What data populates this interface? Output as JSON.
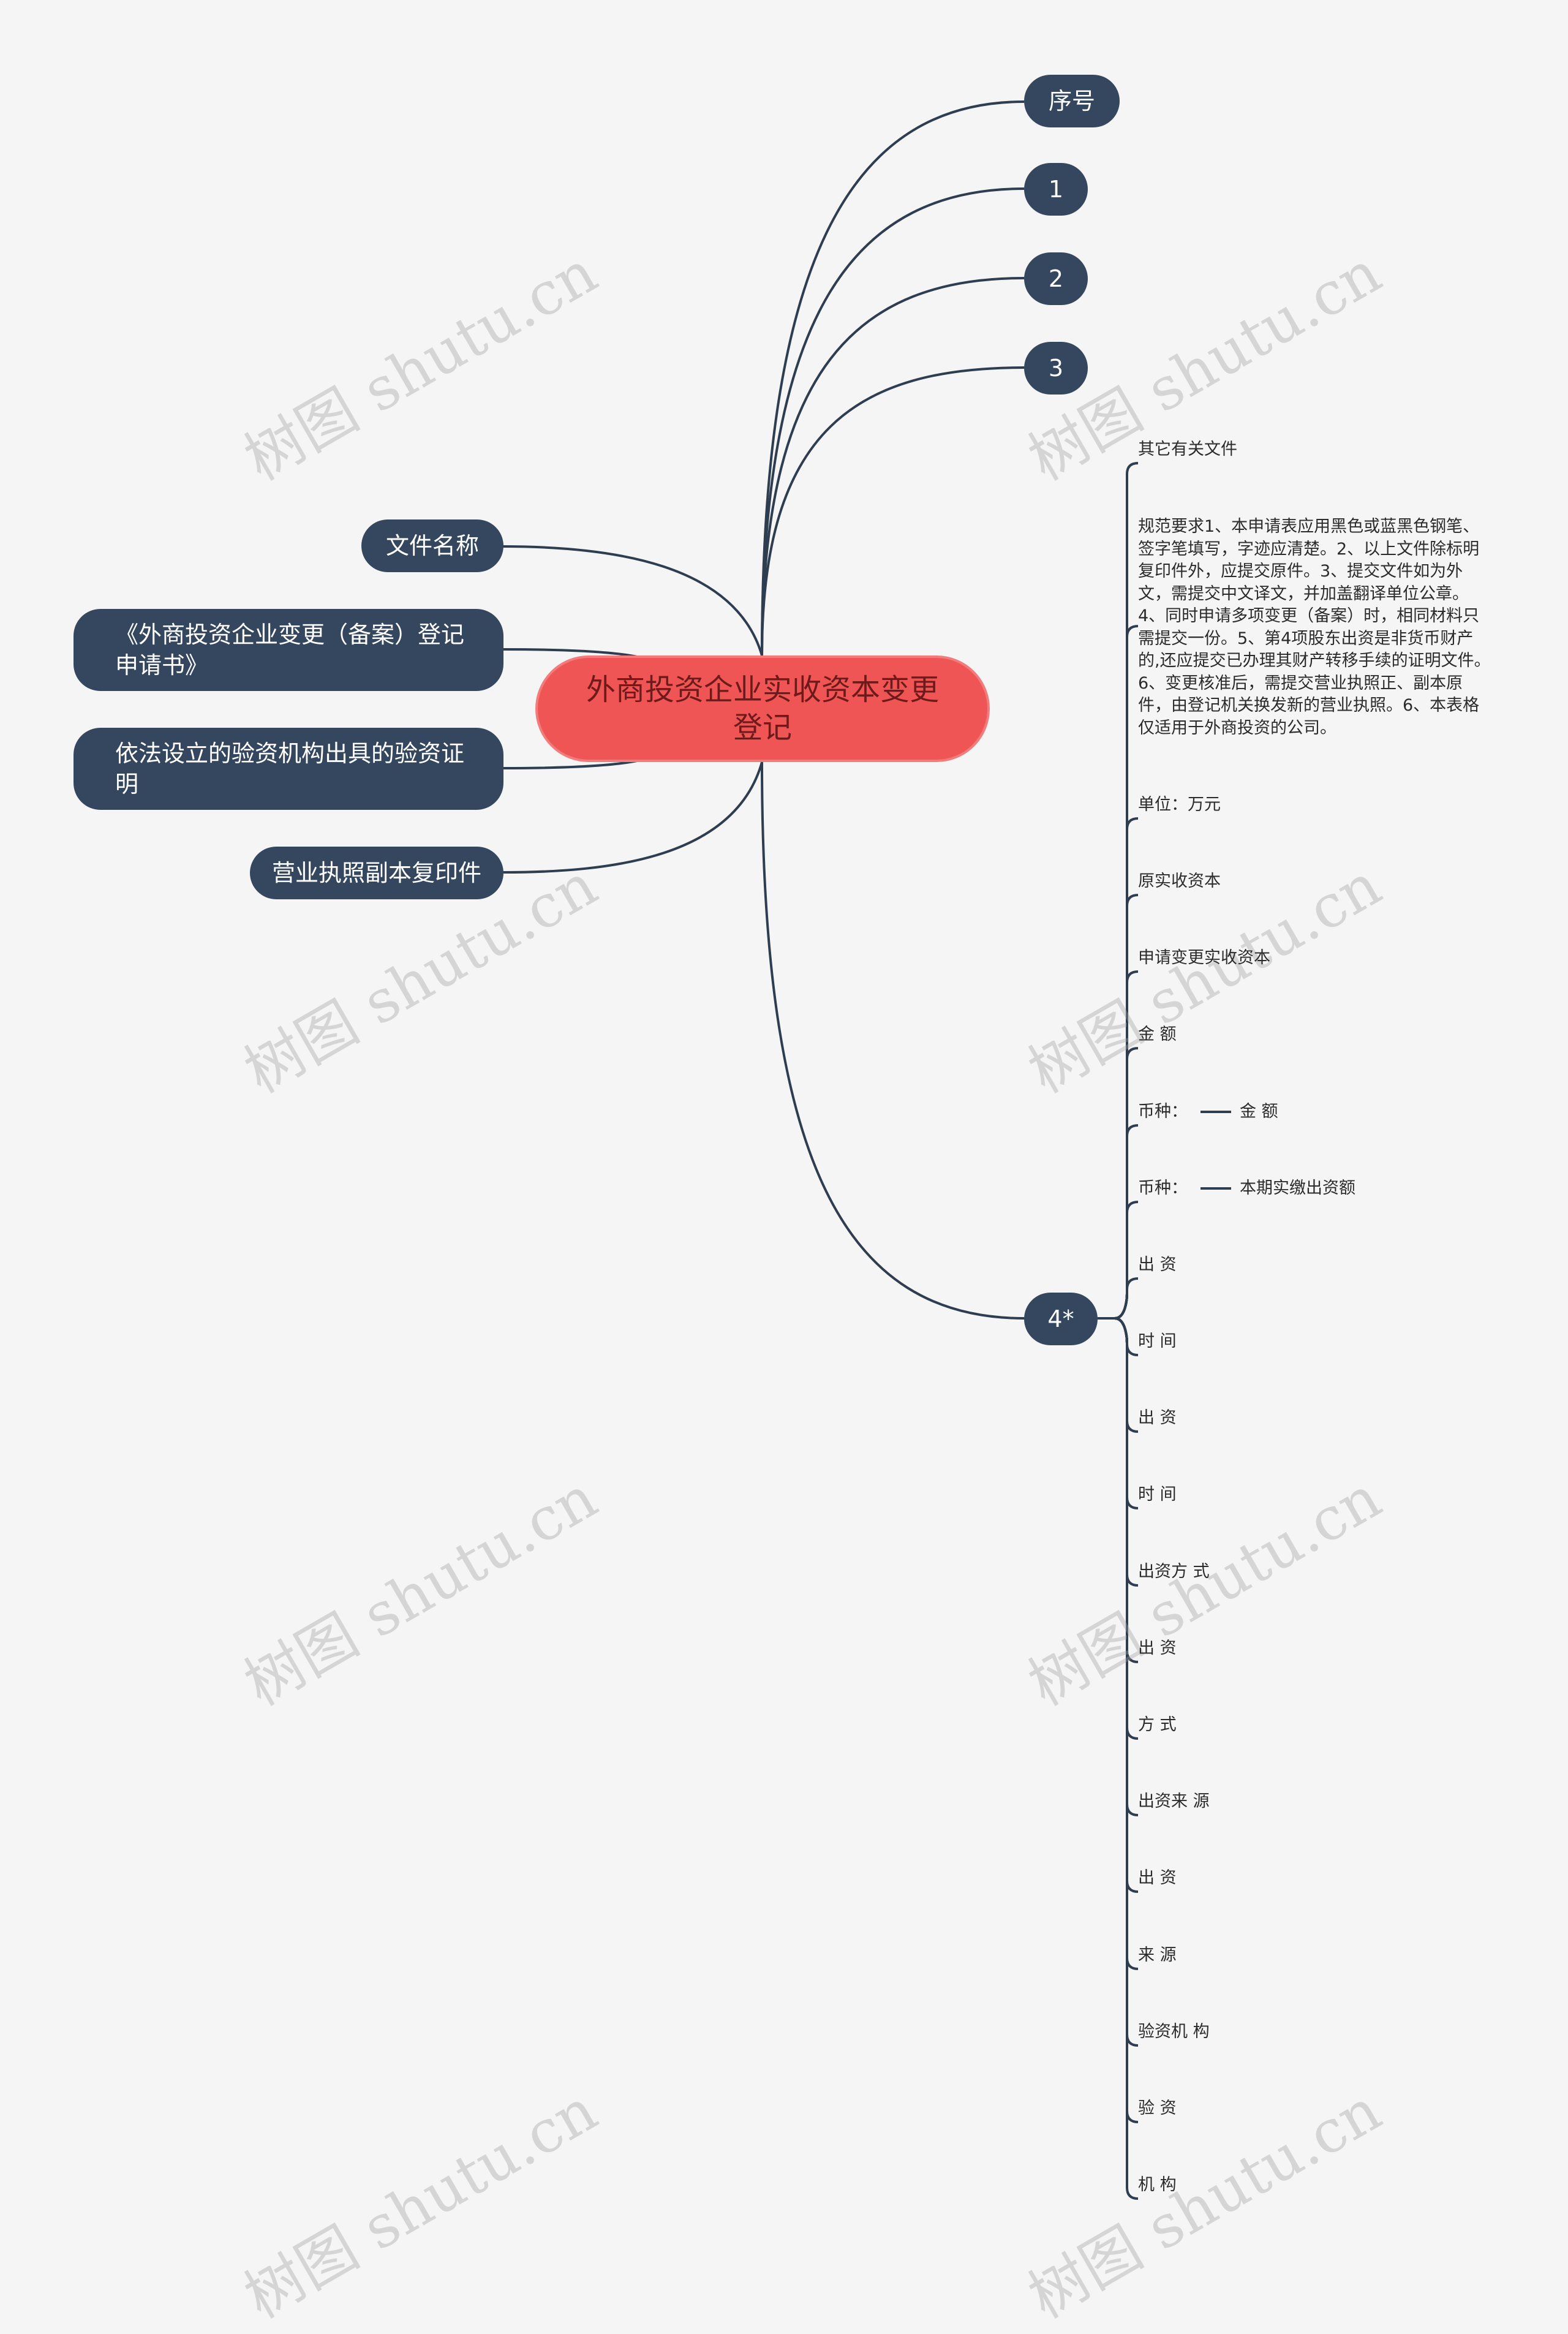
{
  "root": {
    "title": "外商投资企业实收资本变更登记"
  },
  "right_branches": [
    "序号",
    "1",
    "2",
    "3"
  ],
  "left_branches": [
    "文件名称",
    "《外商投资企业变更（备案）登记申请书》",
    "依法设立的验资机构出具的验资证明",
    "营业执照副本复印件"
  ],
  "branch4": {
    "label": "4*",
    "items": [
      "其它有关文件",
      "规范要求1、本申请表应用黑色或蓝黑色钢笔、签字笔填写，字迹应清楚。2、以上文件除标明复印件外，应提交原件。3、提交文件如为外文，需提交中文译文，并加盖翻译单位公章。4、同时申请多项变更（备案）时，相同材料只需提交一份。5、第4项股东出资是非货币财产的,还应提交已办理其财产转移手续的证明文件。6、变更核准后，需提交营业执照正、副本原件，由登记机关换发新的营业执照。6、本表格仅适用于外商投资的公司。",
      "单位：万元",
      "原实收资本",
      "申请变更实收资本",
      "金 额",
      "币种：",
      "币种：",
      "出 资",
      "时 间",
      "出 资",
      "时 间",
      "出资方 式",
      "出 资",
      "方 式",
      "出资来 源",
      "出 资",
      "来 源",
      "验资机 构",
      "验 资",
      "机 构"
    ],
    "sub_items": [
      "金 额",
      "本期实缴出资额"
    ]
  },
  "watermark": "树图 shutu.cn",
  "colors": {
    "node_bg": "#34475e",
    "root_bg": "#ef5555",
    "edge": "#2e3d50",
    "background": "#f5f5f5"
  }
}
